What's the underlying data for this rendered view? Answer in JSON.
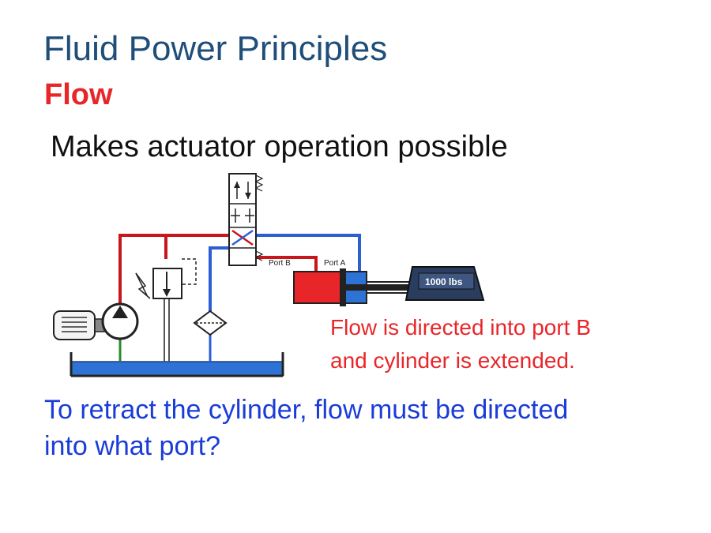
{
  "slide": {
    "title": "Fluid Power Principles",
    "subtitle": "Flow",
    "body": "Makes actuator operation possible",
    "callout_line1": "Flow is directed into port B",
    "callout_line2": "and cylinder is extended.",
    "question_line1": "To retract the cylinder, flow must be directed",
    "question_line2": "into what port?"
  },
  "diagram": {
    "port_b_label": "Port B",
    "port_a_label": "Port A",
    "load_label": "1000 lbs"
  },
  "colors": {
    "title": "#1f4e79",
    "subtitle": "#e8262a",
    "pressure_line": "#c8161d",
    "return_line": "#2c5fd4",
    "reservoir": "#2f72d6",
    "suction_line": "#2a8a2a",
    "question": "#1a3cd8"
  }
}
